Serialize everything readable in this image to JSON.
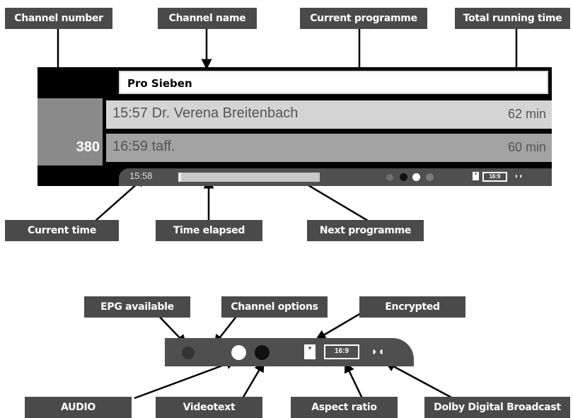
{
  "labels": {
    "channel_number": "Channel number",
    "channel_name": "Channel name",
    "current_programme": "Current programme",
    "total_running_time": "Total running time",
    "current_time": "Current time",
    "time_elapsed": "Time elapsed",
    "next_programme": "Next programme",
    "epg_available": "EPG available",
    "channel_options": "Channel options",
    "encrypted": "Encrypted",
    "audio": "AUDIO",
    "videotext": "Videotext",
    "aspect_ratio": "Aspect ratio",
    "dolby_digital": "Dolby Digital Broadcast"
  },
  "osd": {
    "channel_number": "380",
    "channel_name": "Pro Sieben",
    "current": {
      "time": "15:57",
      "title": "Dr. Verena Breitenbach",
      "duration": "62 min"
    },
    "next": {
      "time": "16:59",
      "title": "taff.",
      "duration": "60 min"
    },
    "clock": "15:58",
    "aspect": "16:9",
    "elapsed_fraction": 0.02
  },
  "colors": {
    "callout_bg": "#4a4a4a",
    "osd_bg": "#000000",
    "panel": "#4f4f4f"
  }
}
